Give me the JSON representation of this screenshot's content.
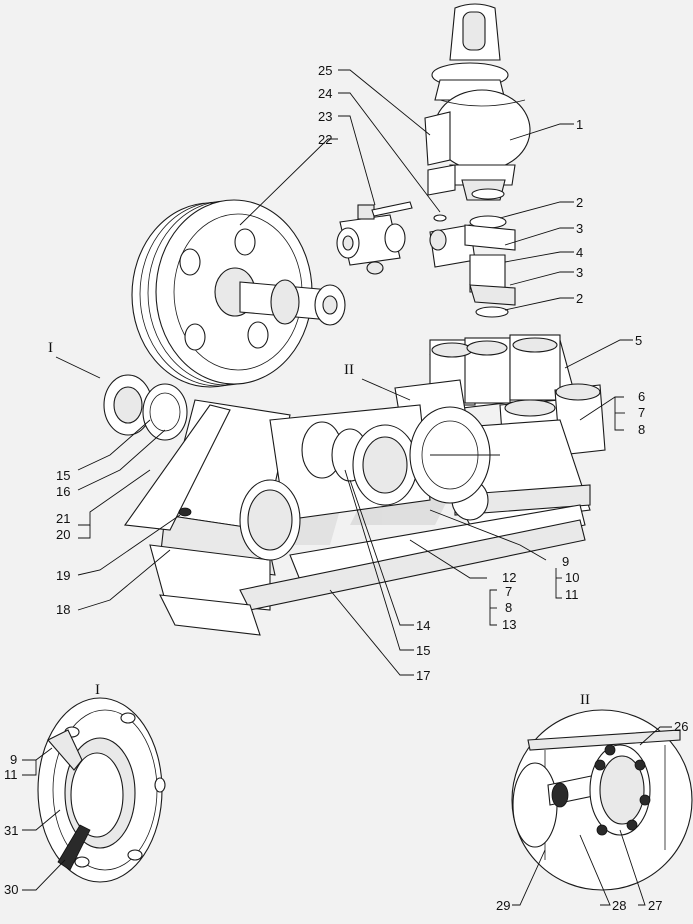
{
  "callouts": [
    "25",
    "24",
    "23",
    "22",
    "1",
    "2",
    "3",
    "4",
    "3",
    "2",
    "5",
    "6",
    "7",
    "8",
    "II",
    "I",
    "15",
    "16",
    "21",
    "20",
    "19",
    "18",
    "9",
    "10",
    "11",
    "12",
    "7",
    "8",
    "13",
    "14",
    "15",
    "17"
  ],
  "detail_I": {
    "title": "I",
    "labels": [
      "9",
      "11",
      "31",
      "30"
    ]
  },
  "detail_II": {
    "title": "II",
    "labels": [
      "26",
      "29",
      "28",
      "27"
    ]
  }
}
